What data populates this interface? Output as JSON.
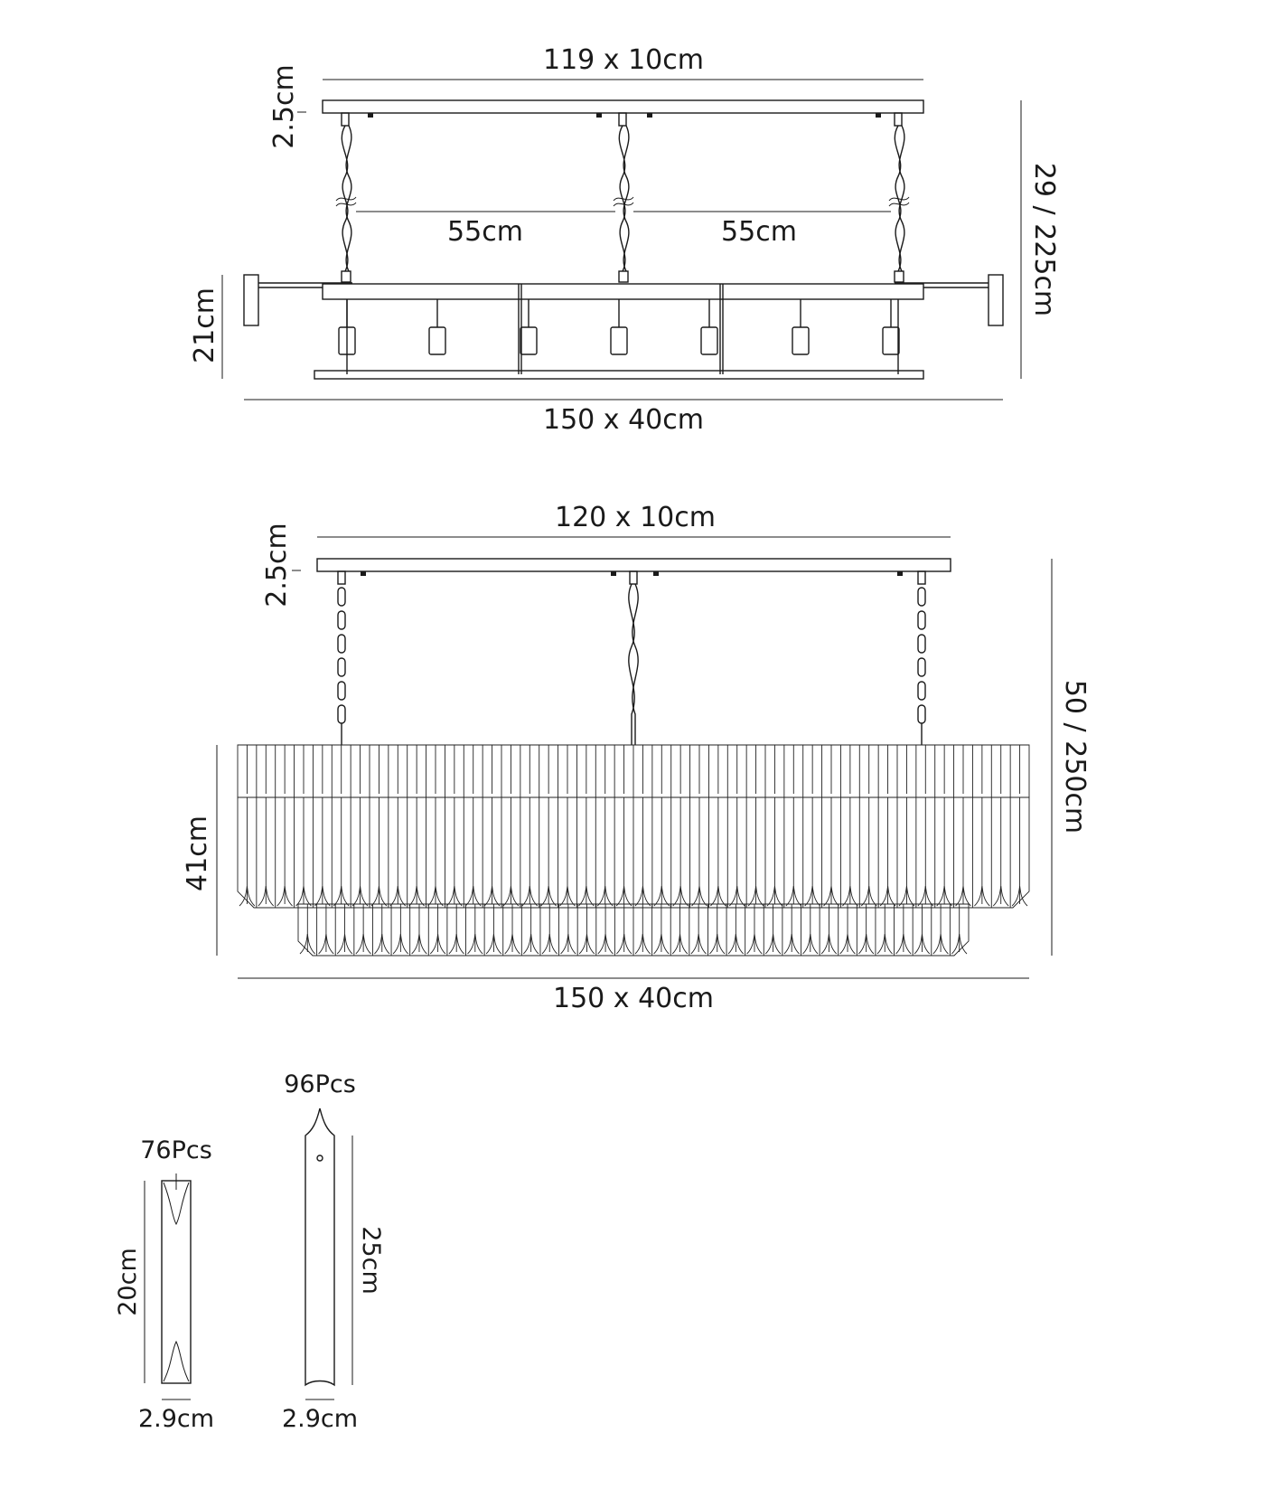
{
  "colors": {
    "ink": "#1a1a1a",
    "background": "#ffffff"
  },
  "top_view": {
    "canopy_label": "119 x 10cm",
    "canopy_thickness_label": "2.5cm",
    "spacing_left_label": "55cm",
    "spacing_right_label": "55cm",
    "total_height_label": "29 / 225cm",
    "frame_height_label": "21cm",
    "base_label": "150 x 40cm"
  },
  "front_view": {
    "canopy_label": "120 x 10cm",
    "canopy_thickness_label": "2.5cm",
    "total_height_label": "50 / 250cm",
    "body_height_label": "41cm",
    "base_label": "150 x 40cm"
  },
  "crystals": {
    "short": {
      "count_label": "76Pcs",
      "length_label": "20cm",
      "width_label": "2.9cm"
    },
    "long": {
      "count_label": "96Pcs",
      "length_label": "25cm",
      "width_label": "2.9cm"
    }
  }
}
